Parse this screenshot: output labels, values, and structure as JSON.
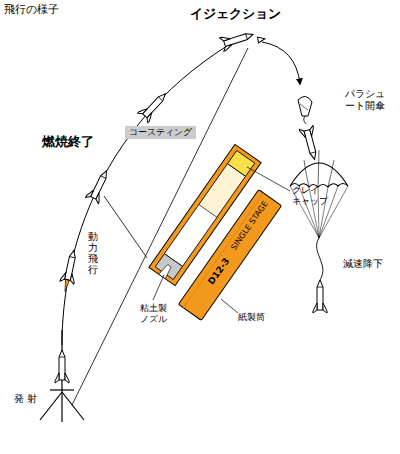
{
  "diagram": {
    "title": "飛行の様子",
    "nodes": [
      {
        "text": [
          "コースティング"
        ]
      }
    ],
    "labels": [
      "イジェクション",
      "燃焼終了",
      "動力飛行",
      "クレイ キャップ",
      "パラシュ ート開傘",
      "減速降下",
      "粘土製 ノズル",
      "紙製筒",
      "D12-3",
      "SINGLE STAGE",
      "発 射"
    ]
  }
}
